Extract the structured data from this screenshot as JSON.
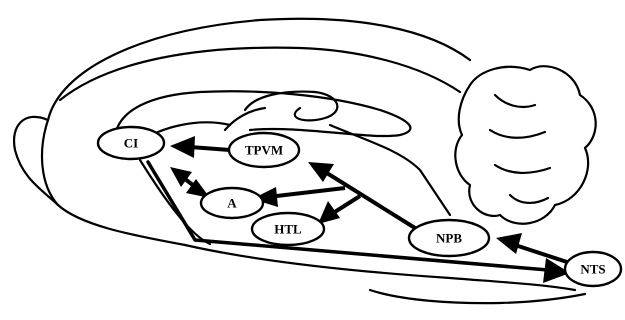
{
  "nodes": {
    "ci": "CI",
    "tpvm": "TPVM",
    "a": "A",
    "htl": "HTL",
    "npb": "NPB",
    "nts": "NTS"
  },
  "edges": [
    {
      "from": "TPVM",
      "to": "CI"
    },
    {
      "from": "CI",
      "to": "A",
      "bidirectional": true
    },
    {
      "from": "NPB",
      "to": "TPVM"
    },
    {
      "from": "NPB",
      "to": "A"
    },
    {
      "from": "NPB",
      "to": "HTL"
    },
    {
      "from": "NTS",
      "to": "NPB"
    },
    {
      "from": "CI",
      "to": "NTS"
    }
  ]
}
